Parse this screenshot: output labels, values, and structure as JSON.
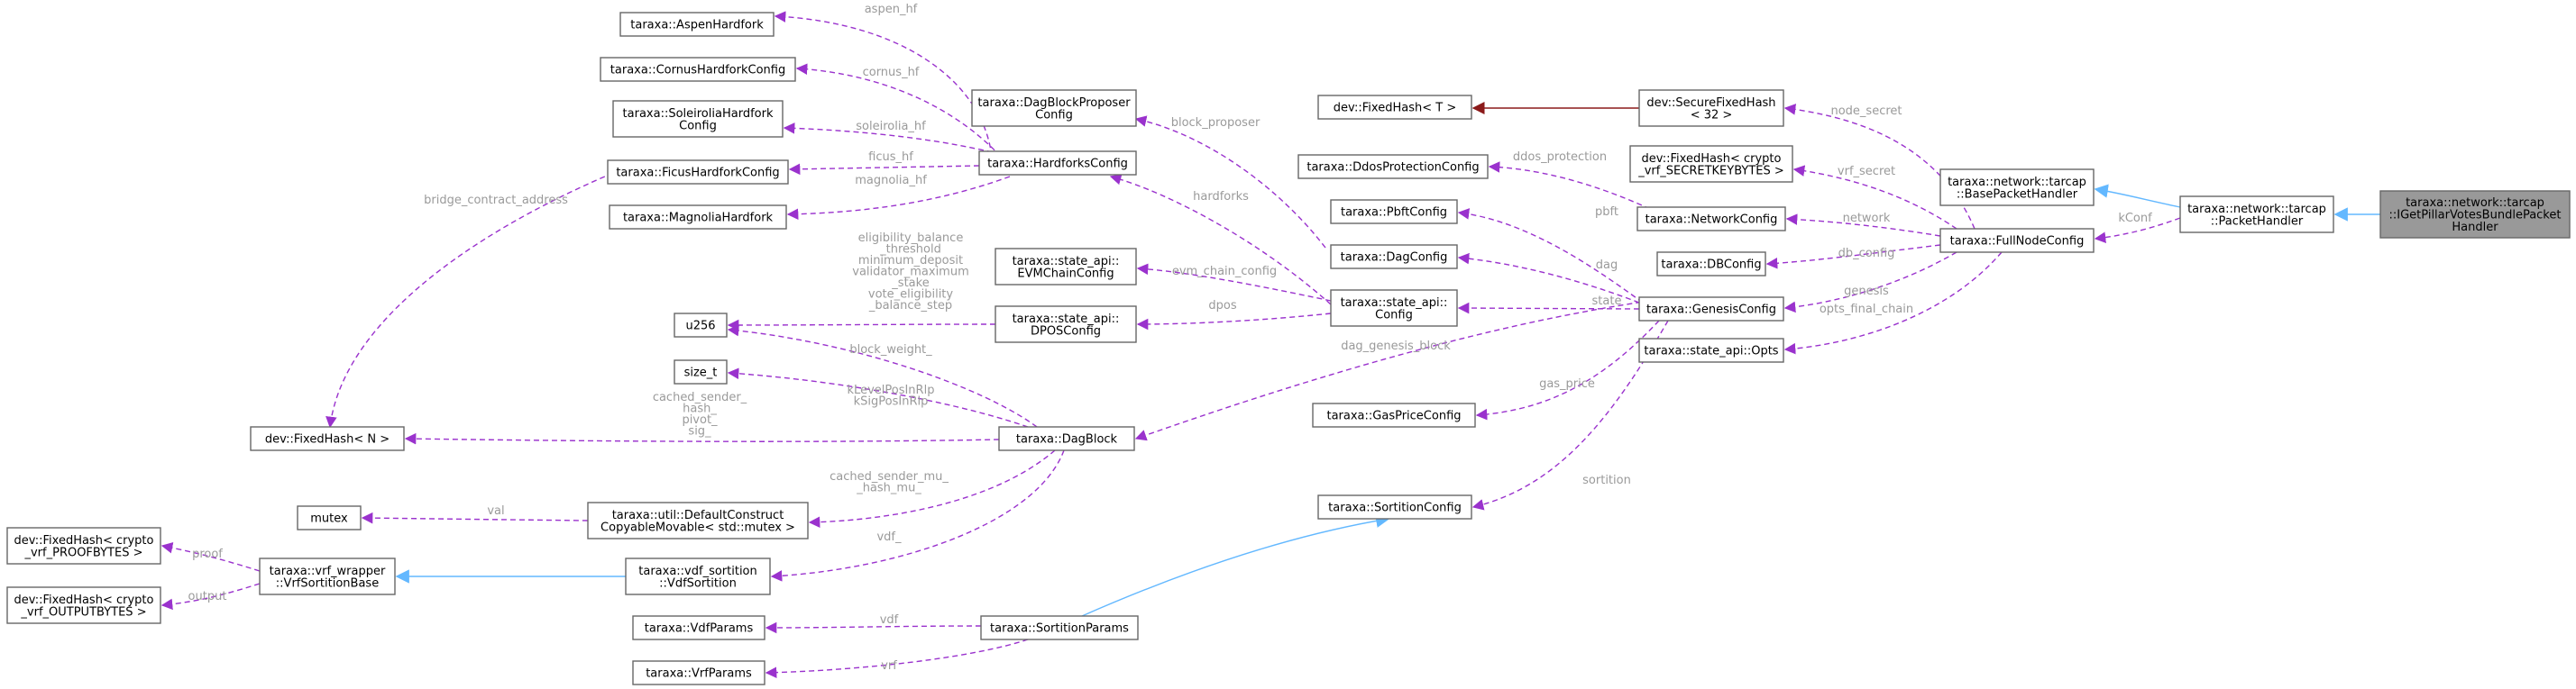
{
  "colors": {
    "usage_edge": "#9a32cd",
    "inheritance_edge": "#63b8ff",
    "template_edge": "#8b1a1a",
    "node_border": "#666666",
    "focus_fill": "#999999",
    "label_text": "#9a9a9a"
  },
  "nodes": {
    "aspen": [
      "taraxa::AspenHardfork"
    ],
    "cornus": [
      "taraxa::CornusHardforkConfig"
    ],
    "soleirolia": [
      "taraxa::SoleiroliaHardfork",
      "Config"
    ],
    "ficus": [
      "taraxa::FicusHardforkConfig"
    ],
    "magnolia": [
      "taraxa::MagnoliaHardfork"
    ],
    "fixedhashN": [
      "dev::FixedHash< N >"
    ],
    "u256": [
      "u256"
    ],
    "sizet": [
      "size_t"
    ],
    "mutex": [
      "mutex"
    ],
    "proofbytes": [
      "dev::FixedHash< crypto",
      "_vrf_PROOFBYTES >"
    ],
    "outputbytes": [
      "dev::FixedHash< crypto",
      "_vrf_OUTPUTBYTES >"
    ],
    "vrfbase": [
      "taraxa::vrf_wrapper",
      "::VrfSortitionBase"
    ],
    "defconstruct": [
      "taraxa::util::DefaultConstruct",
      "CopyableMovable< std::mutex >"
    ],
    "vdfsortition": [
      "taraxa::vdf_sortition",
      "::VdfSortition"
    ],
    "vdfparams": [
      "taraxa::VdfParams"
    ],
    "vrfparams": [
      "taraxa::VrfParams"
    ],
    "dagproposer": [
      "taraxa::DagBlockProposer",
      "Config"
    ],
    "hardforks": [
      "taraxa::HardforksConfig"
    ],
    "evmchain": [
      "taraxa::state_api::",
      "EVMChainConfig"
    ],
    "dposconfig": [
      "taraxa::state_api::",
      "DPOSConfig"
    ],
    "dagblock": [
      "taraxa::DagBlock"
    ],
    "sortitionparams": [
      "taraxa::SortitionParams"
    ],
    "ddos": [
      "taraxa::DdosProtectionConfig"
    ],
    "pbft": [
      "taraxa::PbftConfig"
    ],
    "dagconfig": [
      "taraxa::DagConfig"
    ],
    "stateconfig": [
      "taraxa::state_api::",
      "Config"
    ],
    "gasprice": [
      "taraxa::GasPriceConfig"
    ],
    "sortitionconfig": [
      "taraxa::SortitionConfig"
    ],
    "fixedhashT": [
      "dev::FixedHash< T >"
    ],
    "secure32": [
      "dev::SecureFixedHash",
      "< 32 >"
    ],
    "vrfsecret": [
      "dev::FixedHash< crypto",
      "_vrf_SECRETKEYBYTES >"
    ],
    "network": [
      "taraxa::NetworkConfig"
    ],
    "dbconfig": [
      "taraxa::DBConfig"
    ],
    "genesis": [
      "taraxa::GenesisConfig"
    ],
    "opts": [
      "taraxa::state_api::Opts"
    ],
    "fullnode": [
      "taraxa::FullNodeConfig"
    ],
    "basepacket": [
      "taraxa::network::tarcap",
      "::BasePacketHandler"
    ],
    "packethandler": [
      "taraxa::network::tarcap",
      "::PacketHandler"
    ],
    "focus": [
      "taraxa::network::tarcap",
      "::IGetPillarVotesBundlePacket",
      "Handler"
    ]
  },
  "edge_labels": {
    "aspen_hf": [
      "aspen_hf"
    ],
    "cornus_hf": [
      "cornus_hf"
    ],
    "soleirolia_hf": [
      "soleirolia_hf"
    ],
    "ficus_hf": [
      "ficus_hf"
    ],
    "magnolia_hf": [
      "magnolia_hf"
    ],
    "bridge": [
      "bridge_contract_address"
    ],
    "block_proposer": [
      "block_proposer"
    ],
    "hardforks": [
      "hardforks"
    ],
    "eligibility": [
      "eligibility_balance",
      "_threshold",
      "minimum_deposit",
      "validator_maximum",
      "_stake",
      "vote_eligibility",
      "_balance_step"
    ],
    "evm_chain_config": [
      "evm_chain_config"
    ],
    "dpos": [
      "dpos"
    ],
    "block_weight": [
      "block_weight_"
    ],
    "klevel": [
      "kLevelPosInRlp",
      "kSigPosInRlp"
    ],
    "cached_sender": [
      "cached_sender_",
      "hash_",
      "pivot_",
      "sig_"
    ],
    "val": [
      "val"
    ],
    "cached_sender_mu": [
      "cached_sender_mu_",
      "_hash_mu_"
    ],
    "vdf_": [
      "vdf_"
    ],
    "proof": [
      "proof"
    ],
    "output": [
      "output"
    ],
    "vdf": [
      "vdf"
    ],
    "vrf": [
      "vrf"
    ],
    "ddos_protection": [
      "ddos_protection"
    ],
    "pbft": [
      "pbft"
    ],
    "dag": [
      "dag"
    ],
    "state": [
      "state"
    ],
    "dag_genesis_block": [
      "dag_genesis_block"
    ],
    "gas_price": [
      "gas_price"
    ],
    "sortition": [
      "sortition"
    ],
    "node_secret": [
      "node_secret"
    ],
    "vrf_secret": [
      "vrf_secret"
    ],
    "network": [
      "network"
    ],
    "db_config": [
      "db_config"
    ],
    "genesis": [
      "genesis"
    ],
    "opts_final_chain": [
      "opts_final_chain"
    ],
    "kconf": [
      "kConf"
    ]
  }
}
